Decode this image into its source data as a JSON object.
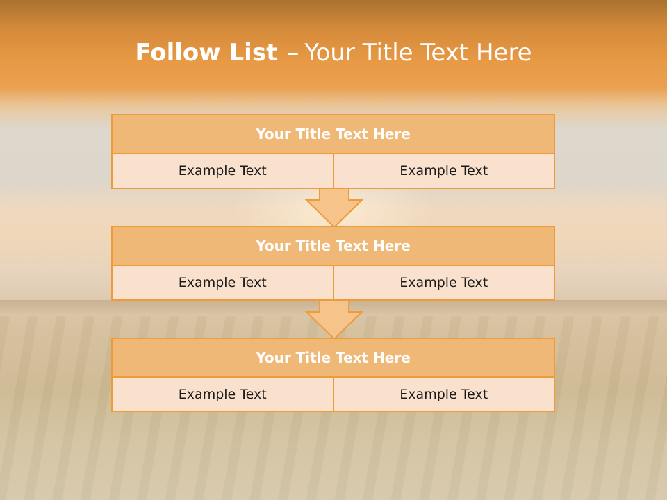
{
  "slide": {
    "title_bold": "Follow List",
    "title_separator": "–",
    "title_rest": "Your Title Text Here"
  },
  "steps": [
    {
      "title": "Your Title Text Here",
      "left": "Example Text",
      "right": "Example Text"
    },
    {
      "title": "Your Title Text Here",
      "left": "Example Text",
      "right": "Example Text"
    },
    {
      "title": "Your Title Text Here",
      "left": "Example Text",
      "right": "Example Text"
    }
  ],
  "colors": {
    "accent": "#ee9b3a",
    "header_fill": "#f0b877",
    "cell_fill": "#fae1cd",
    "arrow_fill": "#f6c38a"
  },
  "connector_icon": "down-arrow-icon"
}
